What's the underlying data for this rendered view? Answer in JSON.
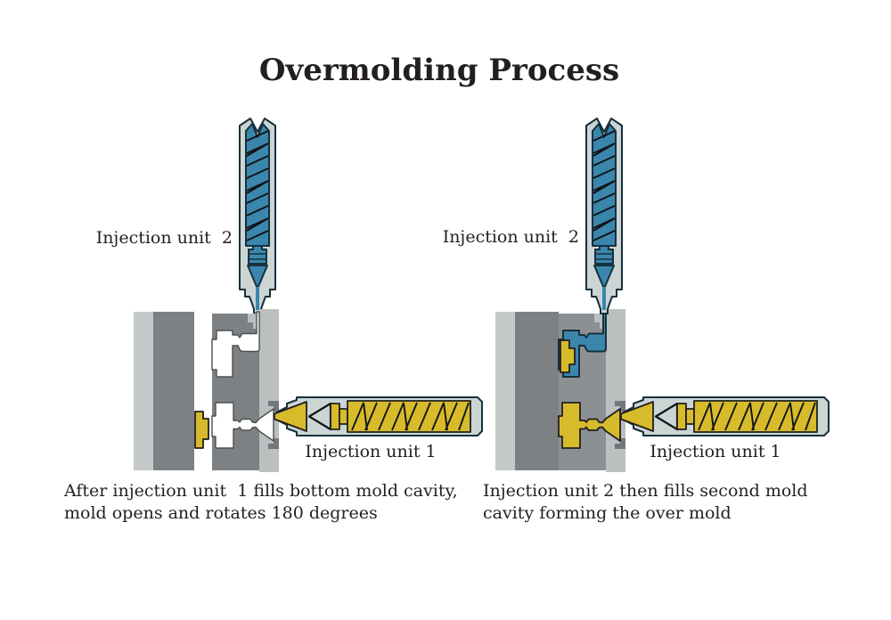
{
  "title": "Overmolding Process",
  "colors": {
    "background": "#ffffff",
    "text": "#231f20",
    "blue": "#3b86ad",
    "yellow": "#d8bb2b",
    "barrel": "#cbd5d4",
    "mold_dark": "#7e8184",
    "mold_mid": "#8d9093",
    "mold_light": "#c6c9c9",
    "mold_plate": "#bcbfbf",
    "notch_dark": "#74777a",
    "outline_dark": "#16303c",
    "outline_black": "#1f1f1f",
    "cavity_stroke": "#4c5052"
  },
  "panels": {
    "left": {
      "unit2_label": "Injection unit  2",
      "unit1_label": "Injection unit 1",
      "caption_line1": "After injection unit  1 fills bottom mold cavity,",
      "caption_line2": "mold opens and rotates 180 degrees"
    },
    "right": {
      "unit2_label": "Injection unit  2",
      "unit1_label": "Injection unit 1",
      "caption_line1": "Injection unit 2 then fills second mold",
      "caption_line2": "cavity forming the over mold"
    }
  }
}
